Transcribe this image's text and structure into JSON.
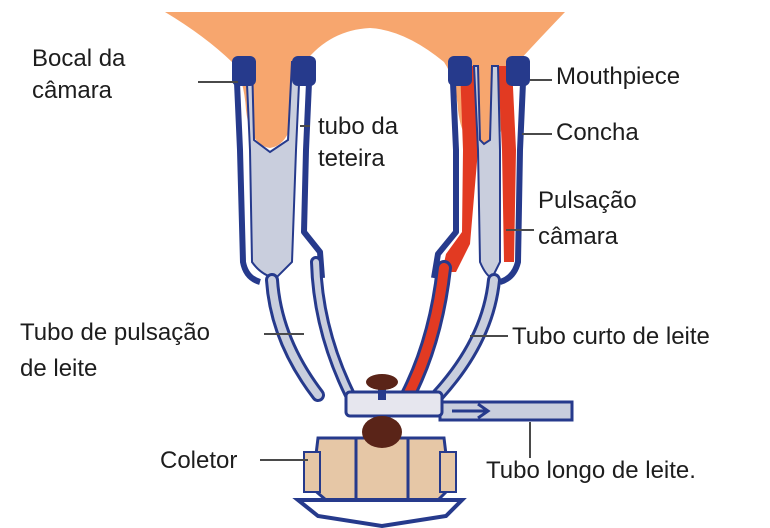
{
  "labels": {
    "bocal_line1": "Bocal da",
    "bocal_line2": "câmara",
    "tubo_teteira_line1": "tubo da",
    "tubo_teteira_line2": "teteira",
    "mouthpiece": "Mouthpiece",
    "concha": "Concha",
    "pulsacao_line1": "Pulsação",
    "pulsacao_line2": "câmara",
    "tubo_pulsacao_line1": "Tubo de pulsação",
    "tubo_pulsacao_line2": "de leite",
    "tubo_curto": "Tubo curto de leite",
    "coletor": "Coletor",
    "tubo_longo": "Tubo longo de leite."
  },
  "colors": {
    "udder": "#f7a66e",
    "navy": "#263a8c",
    "liner": "#c9cedd",
    "pulsation": "#e23a22",
    "collector": "#e6c7a6",
    "valve": "#5a2418"
  }
}
